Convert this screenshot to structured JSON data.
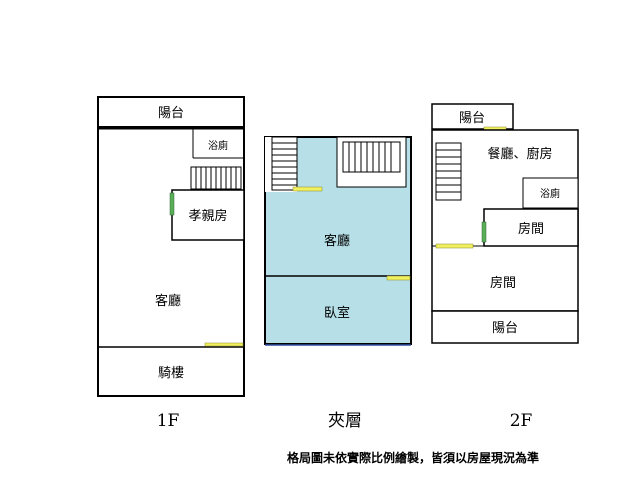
{
  "floors": {
    "first": {
      "label": "1F",
      "rooms": {
        "balcony": "陽台",
        "bathroom": "浴廁",
        "parents_room": "孝親房",
        "living_room": "客廳",
        "arcade": "騎樓"
      }
    },
    "mezzanine": {
      "label": "夾層",
      "rooms": {
        "living_room": "客廳",
        "bedroom": "臥室"
      }
    },
    "second": {
      "label": "2F",
      "rooms": {
        "balcony_top": "陽台",
        "dining_kitchen": "餐廳、廚房",
        "bathroom": "浴廁",
        "room_upper": "房間",
        "room_lower": "房間",
        "balcony_bottom": "陽台"
      }
    }
  },
  "disclaimer": "格局圖未依實際比例繪製，皆須以房屋現況為準",
  "colors": {
    "wall": "#000000",
    "mezzanine_fill": "#b7dfe8",
    "door_yellow": "#f0f060",
    "door_green": "#5aae5a"
  }
}
